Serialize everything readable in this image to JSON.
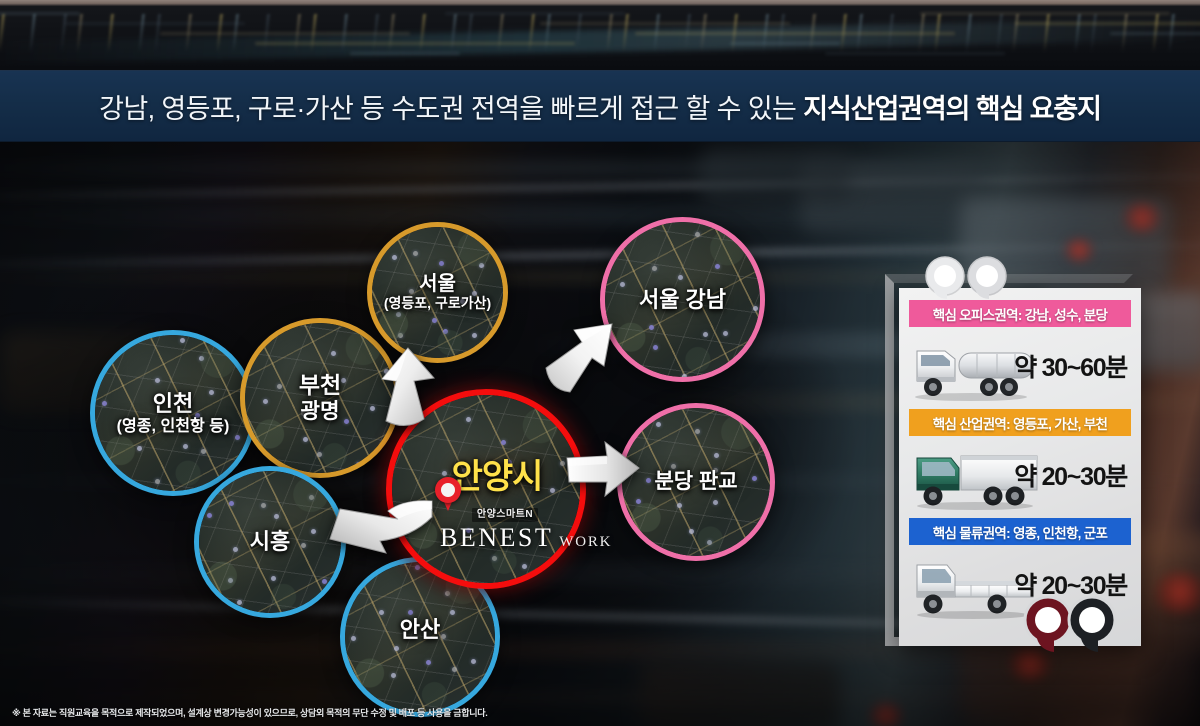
{
  "headline": {
    "normal": "강남, 영등포, 구로·가산 등 수도권 전역을 빠르게 접근 할 수 있는 ",
    "strong": "지식산업권역의 핵심 요충지"
  },
  "map": {
    "center": {
      "name": "안양시",
      "pin_icon": "map-pin-icon",
      "logo": {
        "korean": "안양스마트N",
        "brand": "BENEST",
        "suffix": "WORK"
      }
    },
    "circles": [
      {
        "id": "incheon",
        "label": "인천",
        "sublabel": "(영종, 인천항 등)",
        "ring_color": "#36a8de",
        "ring_name": "blue"
      },
      {
        "id": "bucheon",
        "label": "부천",
        "sublabel": "광명",
        "ring_color": "#d79a2b",
        "ring_name": "gold"
      },
      {
        "id": "seoul",
        "label": "서울",
        "sublabel": "(영등포, 구로가산)",
        "ring_color": "#d79a2b",
        "ring_name": "gold"
      },
      {
        "id": "gangnam",
        "label": "서울 강남",
        "sublabel": "",
        "ring_color": "#ef6fa8",
        "ring_name": "pink"
      },
      {
        "id": "bundang",
        "label": "분당 판교",
        "sublabel": "",
        "ring_color": "#ef6fa8",
        "ring_name": "pink"
      },
      {
        "id": "siheung",
        "label": "시흥",
        "sublabel": "",
        "ring_color": "#36a8de",
        "ring_name": "blue"
      },
      {
        "id": "ansan",
        "label": "안산",
        "sublabel": "",
        "ring_color": "#36a8de",
        "ring_name": "blue"
      }
    ],
    "arrows": [
      {
        "id": "arrow-to-seoul",
        "direction": "up-left"
      },
      {
        "id": "arrow-to-gangnam",
        "direction": "up-right"
      },
      {
        "id": "arrow-to-bundang",
        "direction": "right"
      },
      {
        "id": "arrow-from-siheung",
        "direction": "left"
      }
    ]
  },
  "info_panel": {
    "rows": [
      {
        "id": "office",
        "title": "핵심 오피스권역: 강남, 성수, 분당",
        "bar_color": "#ef5a9b",
        "time": "약 30~60분",
        "truck_icon": "tanker-truck-icon",
        "truck_color": "#ffffff"
      },
      {
        "id": "industry",
        "title": "핵심 산업권역: 영등포, 가산, 부천",
        "bar_color": "#f0a01e",
        "time": "약 20~30분",
        "truck_icon": "box-truck-icon",
        "truck_color": "#2f7a63"
      },
      {
        "id": "logistics",
        "title": "핵심 물류권역: 영종, 인천항, 군포",
        "bar_color": "#1c62d0",
        "time": "약 20~30분",
        "truck_icon": "flatbed-truck-icon",
        "truck_color": "#f2f2f2"
      }
    ],
    "quote_open_icon": "quote-open-icon",
    "quote_close_icon": "quote-close-icon"
  },
  "footer": {
    "disclaimer": "※ 본 자료는 직원교육을 목적으로 제작되었으며, 설계상 변경가능성이 있으므로, 상담외 목적의 무단 수정 및 배포 등 사용을 금합니다."
  }
}
